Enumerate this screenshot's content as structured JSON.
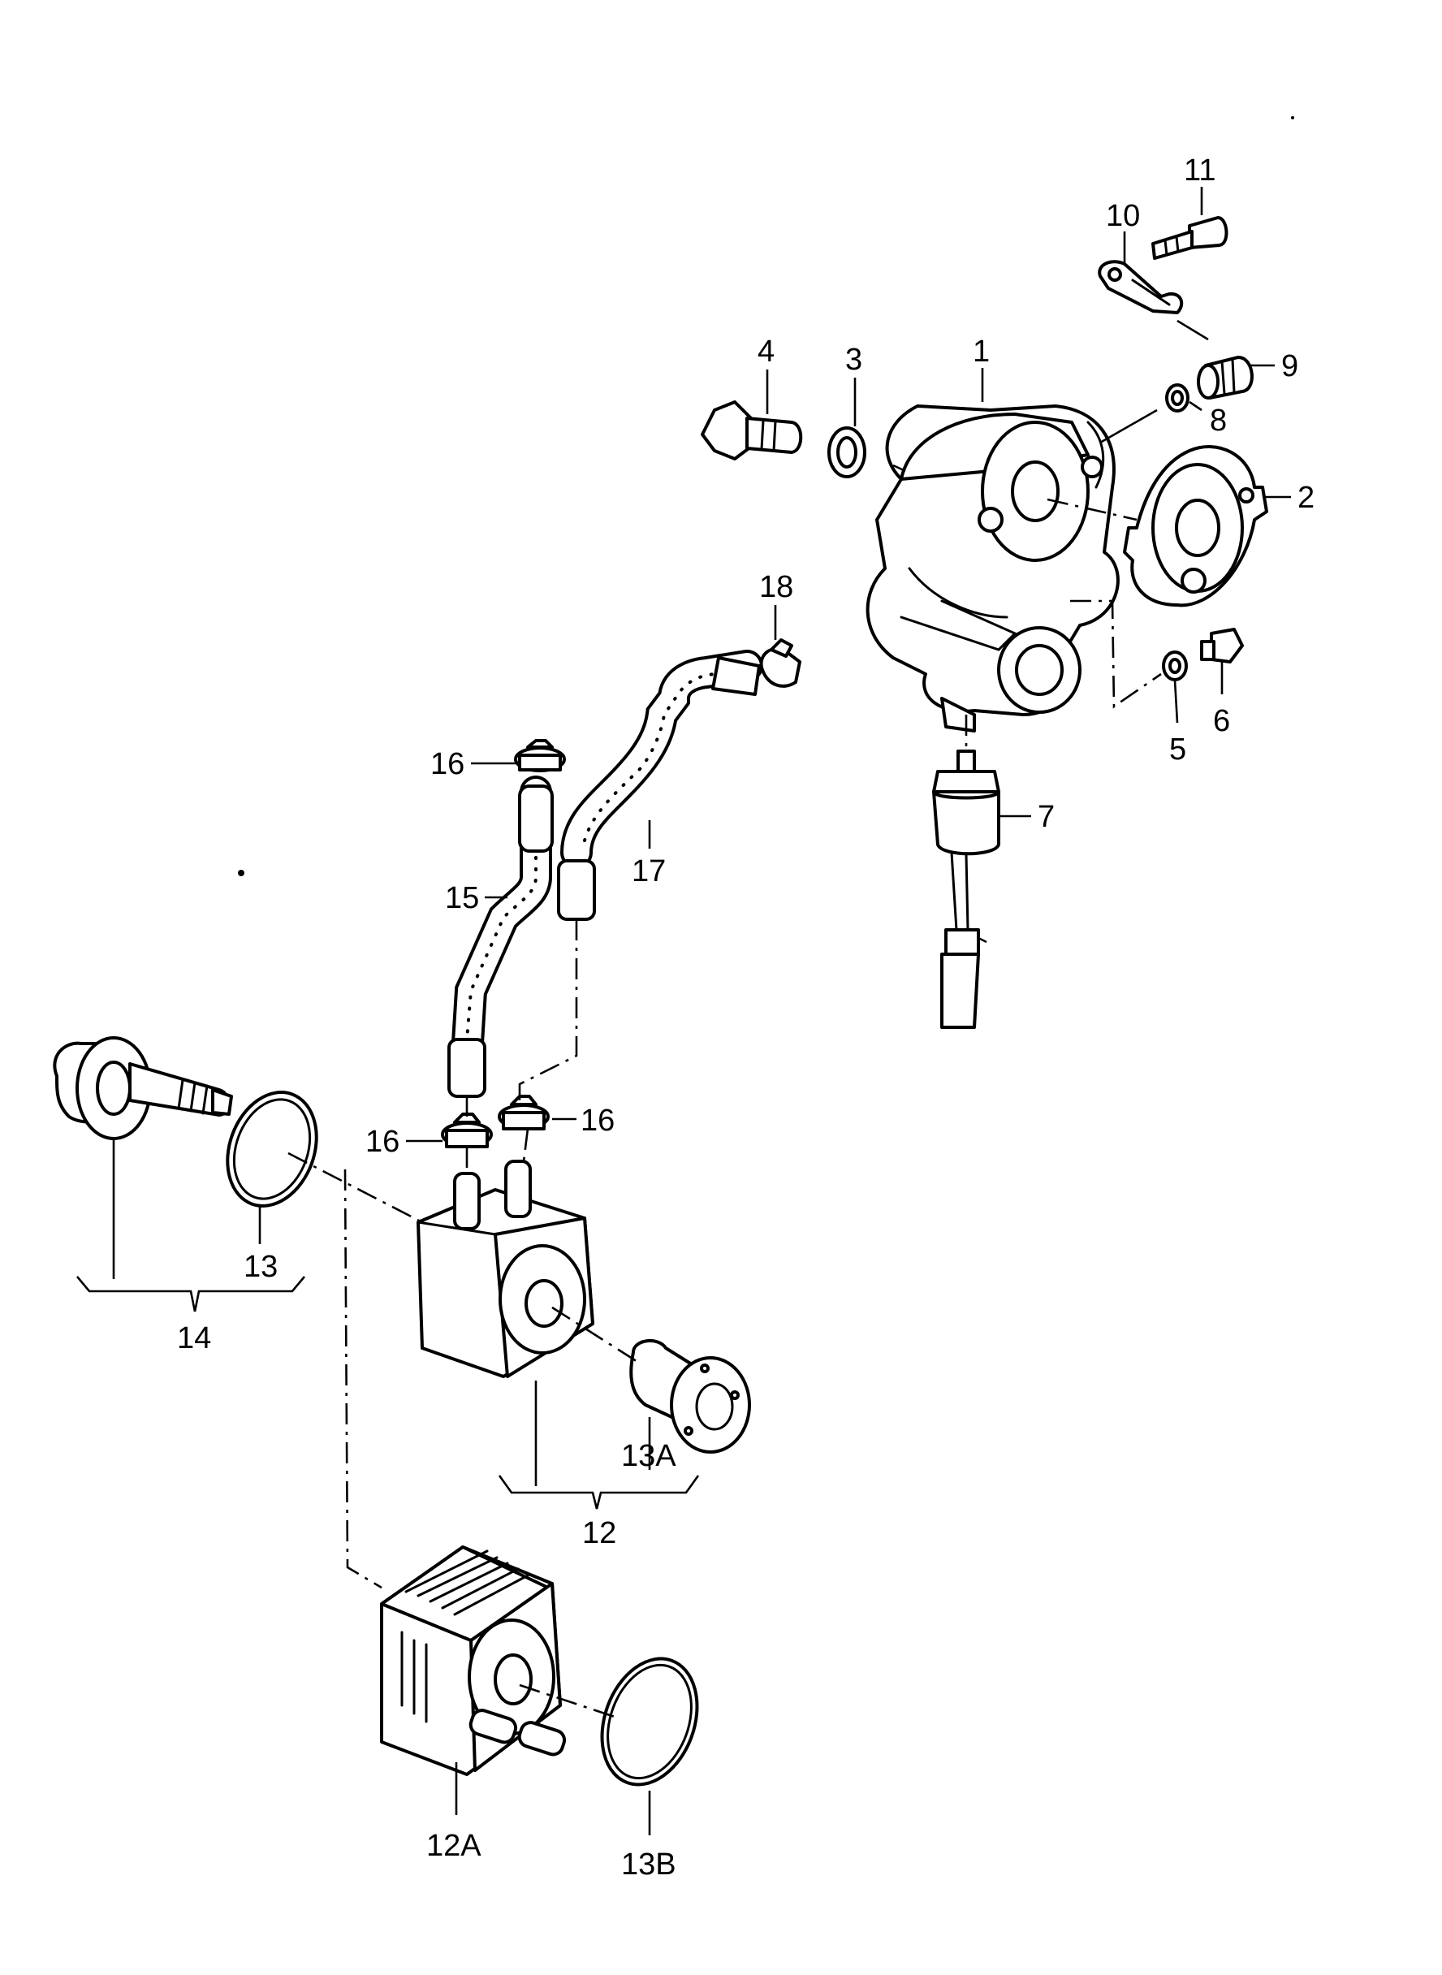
{
  "labels": {
    "p1": "1",
    "p2": "2",
    "p3": "3",
    "p4": "4",
    "p5": "5",
    "p6": "6",
    "p7": "7",
    "p8": "8",
    "p9": "9",
    "p10": "10",
    "p11": "11",
    "p12": "12",
    "p12a": "12A",
    "p13": "13",
    "p13a": "13A",
    "p13b": "13B",
    "p14": "14",
    "p15": "15",
    "p16a": "16",
    "p16b": "16",
    "p16c": "16",
    "p17": "17",
    "p18": "18"
  }
}
